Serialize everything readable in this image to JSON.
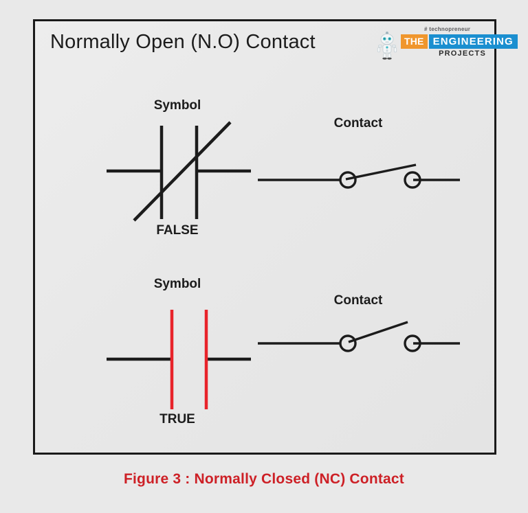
{
  "page": {
    "background_color": "#e9e9e9",
    "frame_border_color": "#1a1a1a",
    "panel_background": "#ebebeb"
  },
  "header": {
    "title": "Normally Open (N.O) Contact",
    "logo": {
      "icon_name": "robot-mascot-icon",
      "tagline": "# technopreneur",
      "word_the": "THE",
      "word_engineering": "ENGINEERING",
      "word_projects": "PROJECTS",
      "color_the": "#f0962d",
      "color_engineering": "#1b8fd0",
      "color_tagline": "#58585a",
      "color_projects": "#2b2b2b"
    }
  },
  "diagrams": {
    "top_left": {
      "name": "normally-closed-symbol-false",
      "title": "Symbol",
      "state": "FALSE",
      "stroke_color": "#1c1c1c",
      "description": "contact symbol with diagonal slash"
    },
    "top_right": {
      "name": "contact-closed",
      "title": "Contact",
      "stroke_color": "#1c1c1c",
      "description": "closed switch contact with two terminal circles bridged by a bar"
    },
    "bottom_left": {
      "name": "normally-closed-symbol-true",
      "title": "Symbol",
      "state": "TRUE",
      "stroke_color": "#1c1c1c",
      "highlight_color": "#e8232a",
      "description": "energised contact symbol with red vertical bars"
    },
    "bottom_right": {
      "name": "contact-open",
      "title": "Contact",
      "stroke_color": "#1c1c1c",
      "description": "open switch contact with lever lifted away from right terminal"
    }
  },
  "caption": {
    "text": "Figure 3 : Normally Closed (NC) Contact",
    "color": "#cd2026"
  }
}
